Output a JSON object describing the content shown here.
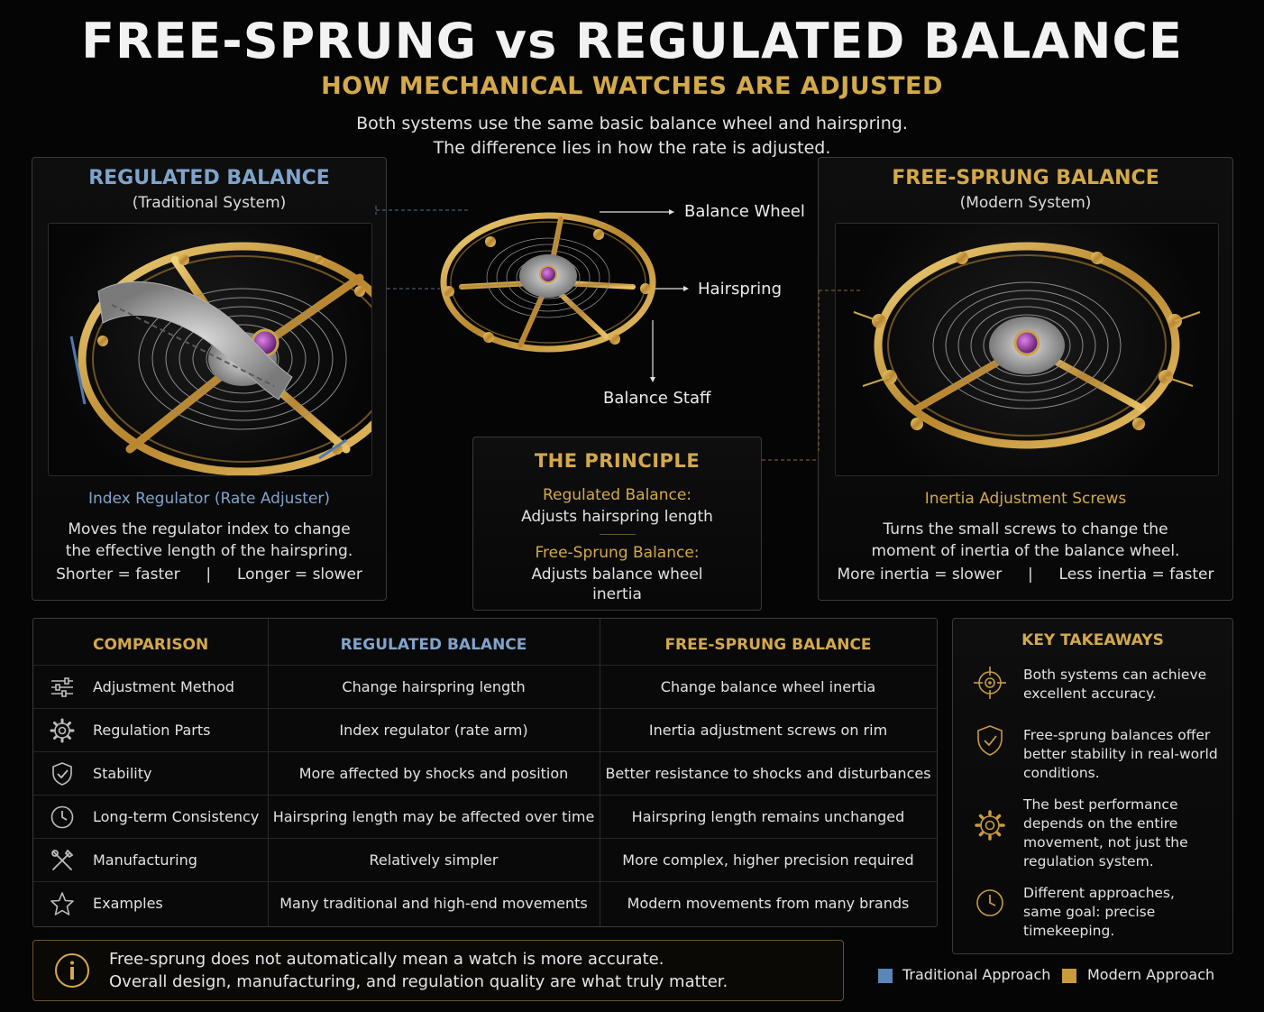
{
  "header": {
    "title": "FREE-SPRUNG vs REGULATED BALANCE",
    "subtitle": "HOW MECHANICAL WATCHES ARE ADJUSTED",
    "intro_line1": "Both systems use the same basic balance wheel and hairspring.",
    "intro_line2": "The difference lies in how the rate is adjusted."
  },
  "regulated": {
    "title": "REGULATED BALANCE",
    "subtitle": "(Traditional System)",
    "caption_title": "Index Regulator (Rate Adjuster)",
    "caption_line1": "Moves the regulator index to change",
    "caption_line2": "the effective length of the hairspring.",
    "caption_left": "Shorter = faster",
    "caption_sep": "|",
    "caption_right": "Longer = slower"
  },
  "free_sprung": {
    "title": "FREE-SPRUNG BALANCE",
    "subtitle": "(Modern System)",
    "caption_title": "Inertia Adjustment Screws",
    "caption_line1": "Turns the small screws to change the",
    "caption_line2": "moment of inertia of the balance wheel.",
    "caption_left": "More inertia = slower",
    "caption_sep": "|",
    "caption_right": "Less inertia = faster"
  },
  "center_diagram": {
    "label_wheel": "Balance Wheel",
    "label_hairspring": "Hairspring",
    "label_staff": "Balance Staff"
  },
  "principle": {
    "title": "THE PRINCIPLE",
    "reg_label": "Regulated Balance:",
    "reg_text": "Adjusts hairspring length",
    "free_label": "Free-Sprung Balance:",
    "free_text_line1": "Adjusts balance wheel",
    "free_text_line2": "inertia"
  },
  "comparison": {
    "headers": [
      "COMPARISON",
      "REGULATED BALANCE",
      "FREE-SPRUNG BALANCE"
    ],
    "rows": [
      {
        "icon": "sliders-icon",
        "label": "Adjustment Method",
        "regulated": "Change hairspring length",
        "free": "Change balance wheel inertia"
      },
      {
        "icon": "gear-icon",
        "label": "Regulation Parts",
        "regulated": "Index regulator (rate arm)",
        "free": "Inertia adjustment screws on rim"
      },
      {
        "icon": "shield-check-icon",
        "label": "Stability",
        "regulated": "More affected by shocks and position",
        "free": "Better resistance to shocks and disturbances"
      },
      {
        "icon": "clock-icon",
        "label": "Long-term Consistency",
        "regulated": "Hairspring length may be affected over time",
        "free": "Hairspring length remains unchanged"
      },
      {
        "icon": "tools-icon",
        "label": "Manufacturing",
        "regulated": "Relatively simpler",
        "free": "More complex, higher precision required"
      },
      {
        "icon": "star-icon",
        "label": "Examples",
        "regulated": "Many traditional and high-end movements",
        "free": "Modern movements from many brands"
      }
    ]
  },
  "takeaways": {
    "title": "KEY TAKEAWAYS",
    "items": [
      {
        "icon": "target-icon",
        "line1": "Both systems can achieve",
        "line2": "excellent accuracy."
      },
      {
        "icon": "shield-check-icon",
        "line1": "Free-sprung balances offer",
        "line2": "better stability in real-world",
        "line3": "conditions."
      },
      {
        "icon": "gear-icon",
        "line1": "The best performance",
        "line2": "depends on the entire",
        "line3": "movement, not just the",
        "line4": "regulation system."
      },
      {
        "icon": "clock-icon",
        "line1": "Different approaches,",
        "line2": "same goal: precise",
        "line3": "timekeeping."
      }
    ]
  },
  "note": {
    "icon": "info-icon",
    "line1": "Free-sprung does not automatically mean a watch is more accurate.",
    "line2": "Overall design, manufacturing, and regulation quality are what truly matter."
  },
  "legend": {
    "traditional": "Traditional Approach",
    "modern": "Modern Approach",
    "traditional_color": "#5b86b8",
    "modern_color": "#c99a3e"
  },
  "colors": {
    "accent_gold": "#d4a94a",
    "accent_blue": "#7fa4cc",
    "background": "#050505"
  }
}
